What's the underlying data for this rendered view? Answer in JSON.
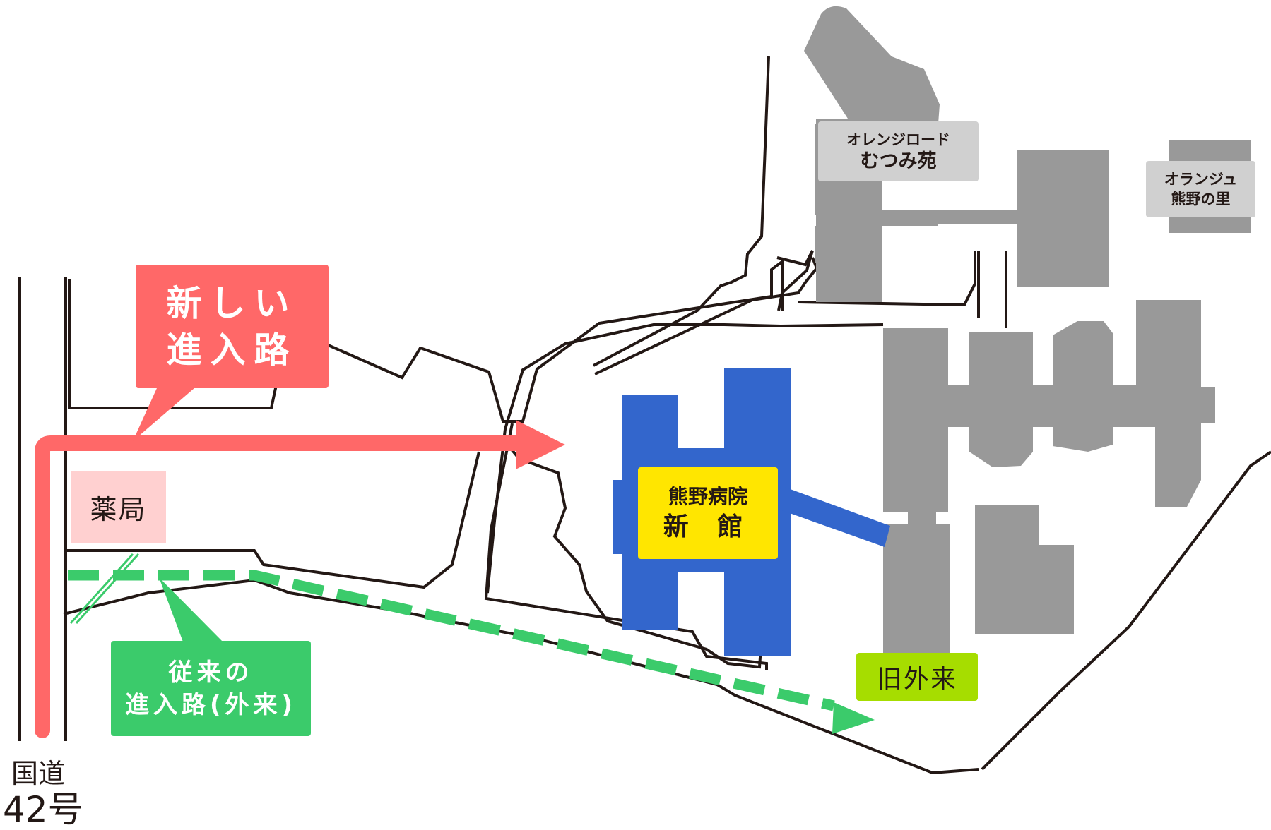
{
  "map": {
    "callout_new_route": {
      "line1": "新しい",
      "line2": "進入路"
    },
    "callout_old_route": {
      "line1": "従来の",
      "line2": "進入路(外来)"
    },
    "pharmacy": "薬局",
    "national_road": {
      "line1": "国道",
      "line2": "42号"
    },
    "facility_mutsumi": {
      "line1": "オレンジロード",
      "line2": "むつみ苑"
    },
    "facility_kumano_sato": {
      "line1": "オランジュ",
      "line2": "熊野の里"
    },
    "hospital_new_building": {
      "line1": "熊野病院",
      "line2": "新 館"
    },
    "old_outpatient": "旧外来"
  },
  "colors": {
    "new_route": "#ff6868",
    "old_route": "#3bcb6b",
    "new_building": "#3366cc",
    "hospital_label_bg": "#ffe600",
    "old_outpatient_bg": "#a6dd00",
    "buildings": "#999999",
    "facility_label_bg": "#d0d0d0",
    "pharmacy_bg": "#ffd0d0",
    "roads": "#231815"
  }
}
